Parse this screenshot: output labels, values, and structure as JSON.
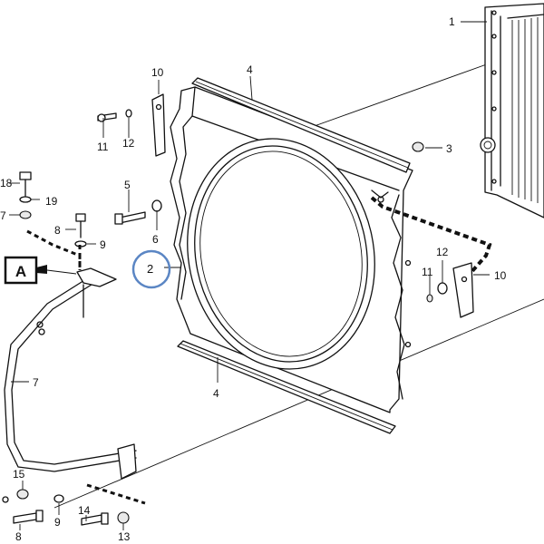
{
  "callouts": {
    "c1": "1",
    "c2": "2",
    "c3": "3",
    "c4_top": "4",
    "c4_bottom": "4",
    "c5": "5",
    "c6": "6",
    "c7": "7",
    "c8_mid": "8",
    "c8_bottom": "8",
    "c9_mid": "9",
    "c9_bottom": "9",
    "c10_top": "10",
    "c10_right": "10",
    "c11_left": "11",
    "c11_right": "11",
    "c12_left": "12",
    "c12_right": "12",
    "c13": "13",
    "c14": "14",
    "c15": "15",
    "c18": "18",
    "c19": "19",
    "c17": "7"
  },
  "view_label": "A",
  "highlight_color": "#5b86c4"
}
